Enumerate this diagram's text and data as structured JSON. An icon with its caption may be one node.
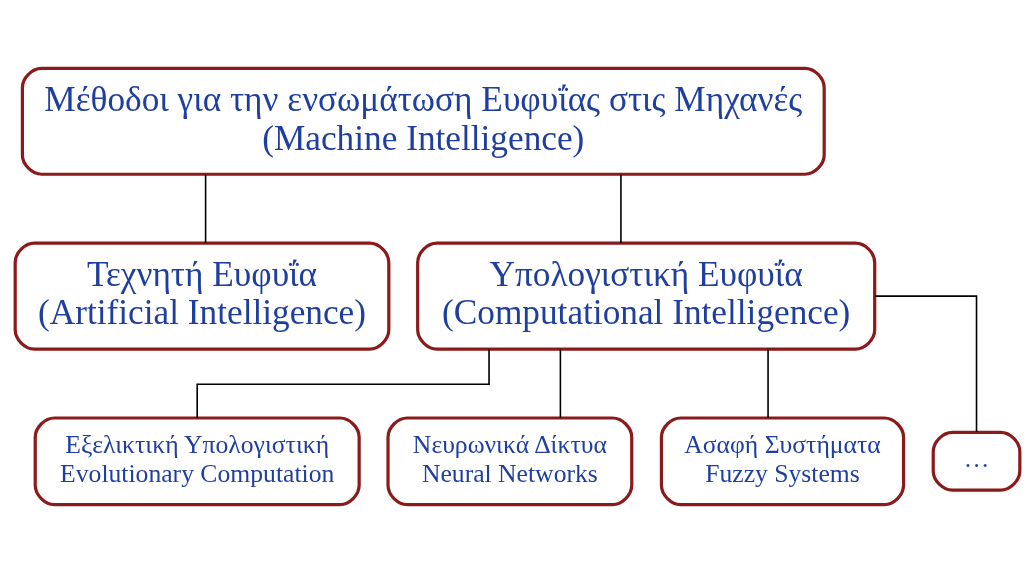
{
  "diagram": {
    "nodes": [
      {
        "text": [
          "Μέθοδοι για την ενσωμάτωση Ευφυΐας στις Μηχανές",
          "(Machine Intelligence)"
        ]
      },
      {
        "text": [
          "Τεχνητή Ευφυΐα",
          "(Artificial Intelligence)"
        ]
      },
      {
        "text": [
          "Υπολογιστική Ευφυΐα",
          "(Computational Intelligence)"
        ]
      },
      {
        "text": [
          "Εξελικτική Υπολογιστική",
          "Evolutionary Computation"
        ]
      },
      {
        "text": [
          "Νευρωνικά Δίκτυα",
          "Neural Networks"
        ]
      },
      {
        "text": [
          "Ασαφή Συστήματα",
          "Fuzzy Systems"
        ]
      },
      {
        "text": [
          "…"
        ]
      }
    ],
    "edges": [
      {
        "from": 0,
        "to": 1,
        "arrow": "none"
      },
      {
        "from": 0,
        "to": 2,
        "arrow": "none"
      },
      {
        "from": 2,
        "to": 3,
        "arrow": "none"
      },
      {
        "from": 2,
        "to": 4,
        "arrow": "none"
      },
      {
        "from": 2,
        "to": 5,
        "arrow": "none"
      },
      {
        "from": 2,
        "to": 6,
        "arrow": "none"
      }
    ]
  }
}
